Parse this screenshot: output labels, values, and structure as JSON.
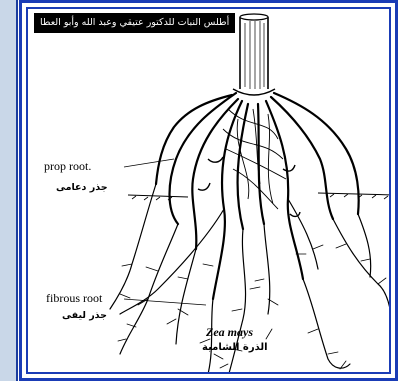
{
  "banner": {
    "text": "أطلس النبات للدكتور عتيقي وعبد الله وأبو العطا"
  },
  "labels": {
    "prop_root_en": "prop root.",
    "prop_root_ar": "جذر دعامى",
    "fibrous_root_en": "fibrous root",
    "fibrous_root_ar": "جذر ليفى"
  },
  "species": {
    "scientific": "Zea mays",
    "arabic": "الذرة الشامية"
  },
  "colors": {
    "frame": "#1a3cb6",
    "side_panel": "#c9d7e8",
    "banner_bg": "#000000"
  }
}
